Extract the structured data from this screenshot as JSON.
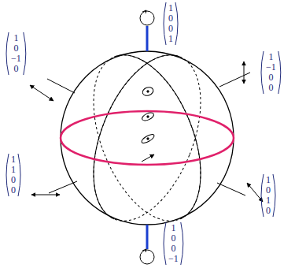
{
  "diagram": {
    "labels": [
      "1 0 0 1",
      "1 0 −1 0",
      "1 −1 0 0",
      "1 1 0 0",
      "1 0 1 0",
      "1 0 0 −1"
    ]
  }
}
